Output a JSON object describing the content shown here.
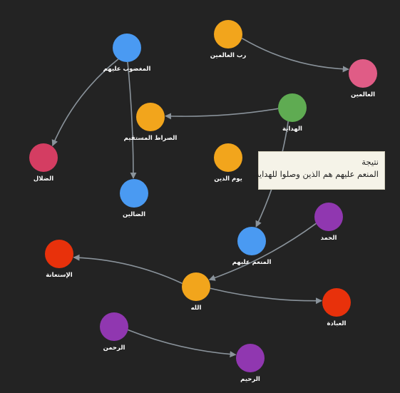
{
  "colors": {
    "background": "#232323",
    "edge": "#8a939b",
    "orange": "#f2a51c",
    "blue": "#4a9af2",
    "green": "#5fab52",
    "purple": "#9037b0",
    "red": "#e8310b",
    "crimson": "#d43d62",
    "pink": "#e05c86"
  },
  "nodes": [
    {
      "id": "rabb",
      "label": "رب العالمين",
      "color": "orange"
    },
    {
      "id": "alamin",
      "label": "العالمين",
      "color": "pink"
    },
    {
      "id": "maghdub",
      "label": "المغضوب عليهم",
      "color": "blue"
    },
    {
      "id": "hidaya",
      "label": "الهداية",
      "color": "green"
    },
    {
      "id": "sirat",
      "label": "الصراط المستقيم",
      "color": "orange"
    },
    {
      "id": "dalal",
      "label": "الضلال",
      "color": "crimson"
    },
    {
      "id": "yawm",
      "label": "يوم الدين",
      "color": "orange"
    },
    {
      "id": "dallin",
      "label": "الضالين",
      "color": "blue"
    },
    {
      "id": "hamd",
      "label": "الحمد",
      "color": "purple"
    },
    {
      "id": "munam",
      "label": "المنعم عليهم",
      "color": "blue"
    },
    {
      "id": "istiana",
      "label": "الإستعانة",
      "color": "red"
    },
    {
      "id": "allah",
      "label": "الله",
      "color": "orange"
    },
    {
      "id": "ibada",
      "label": "العبادة",
      "color": "red"
    },
    {
      "id": "rahman",
      "label": "الرحمن",
      "color": "purple"
    },
    {
      "id": "rahim",
      "label": "الرحيم",
      "color": "purple"
    }
  ],
  "edges": [
    {
      "from": "rabb",
      "to": "alamin"
    },
    {
      "from": "maghdub",
      "to": "dalal"
    },
    {
      "from": "maghdub",
      "to": "dallin"
    },
    {
      "from": "hidaya",
      "to": "sirat"
    },
    {
      "from": "hidaya",
      "to": "munam"
    },
    {
      "from": "hamd",
      "to": "allah"
    },
    {
      "from": "allah",
      "to": "istiana"
    },
    {
      "from": "allah",
      "to": "ibada"
    },
    {
      "from": "rahman",
      "to": "rahim"
    }
  ],
  "tooltip": {
    "title": "نتيجة",
    "body": "المنعم عليهم هم الذين وصلوا للهداية."
  }
}
